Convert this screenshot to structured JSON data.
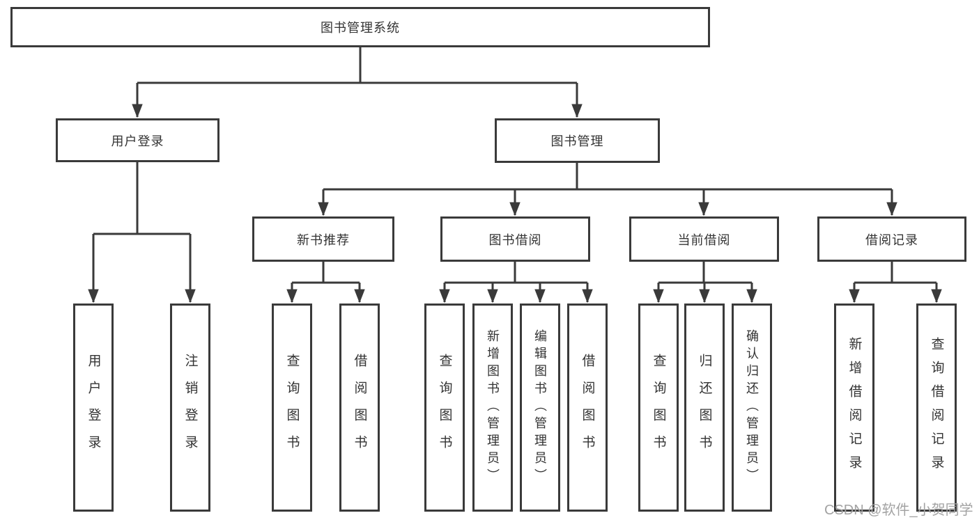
{
  "diagram": {
    "type": "tree",
    "title": "图书管理系统",
    "watermark": "CSDN @软件_小贺同学",
    "colors": {
      "line": "#3a3a3a",
      "box_border": "#3a3a3a",
      "box_fill": "#ffffff",
      "text": "#333333",
      "watermark": "#a3a3a3"
    },
    "nodes": {
      "root": {
        "label": "图书管理系统"
      },
      "user_login": {
        "label": "用户登录"
      },
      "book_mgmt": {
        "label": "图书管理"
      },
      "new_book_rec": {
        "label": "新书推荐"
      },
      "book_borrow": {
        "label": "图书借阅"
      },
      "current_borrow": {
        "label": "当前借阅"
      },
      "borrow_records": {
        "label": "借阅记录"
      },
      "leaf_user_login": {
        "label": "用户登录"
      },
      "leaf_logout": {
        "label": "注销登录"
      },
      "leaf_rec_query": {
        "label": "查询图书"
      },
      "leaf_rec_borrow": {
        "label": "借阅图书"
      },
      "leaf_bb_query": {
        "label": "查询图书"
      },
      "leaf_bb_add": {
        "label": "新增图书（管理员）"
      },
      "leaf_bb_edit": {
        "label": "编辑图书（管理员）"
      },
      "leaf_bb_borrow": {
        "label": "借阅图书"
      },
      "leaf_cb_query": {
        "label": "查询图书"
      },
      "leaf_cb_return": {
        "label": "归还图书"
      },
      "leaf_cb_confirm": {
        "label": "确认归还（管理员）"
      },
      "leaf_br_add": {
        "label": "新增借阅记录"
      },
      "leaf_br_query": {
        "label": "查询借阅记录"
      }
    },
    "edges": [
      [
        "root",
        "user_login"
      ],
      [
        "root",
        "book_mgmt"
      ],
      [
        "user_login",
        "leaf_user_login"
      ],
      [
        "user_login",
        "leaf_logout"
      ],
      [
        "book_mgmt",
        "new_book_rec"
      ],
      [
        "book_mgmt",
        "book_borrow"
      ],
      [
        "book_mgmt",
        "current_borrow"
      ],
      [
        "book_mgmt",
        "borrow_records"
      ],
      [
        "new_book_rec",
        "leaf_rec_query"
      ],
      [
        "new_book_rec",
        "leaf_rec_borrow"
      ],
      [
        "book_borrow",
        "leaf_bb_query"
      ],
      [
        "book_borrow",
        "leaf_bb_add"
      ],
      [
        "book_borrow",
        "leaf_bb_edit"
      ],
      [
        "book_borrow",
        "leaf_bb_borrow"
      ],
      [
        "current_borrow",
        "leaf_cb_query"
      ],
      [
        "current_borrow",
        "leaf_cb_return"
      ],
      [
        "current_borrow",
        "leaf_cb_confirm"
      ],
      [
        "borrow_records",
        "leaf_br_add"
      ],
      [
        "borrow_records",
        "leaf_br_query"
      ]
    ]
  }
}
